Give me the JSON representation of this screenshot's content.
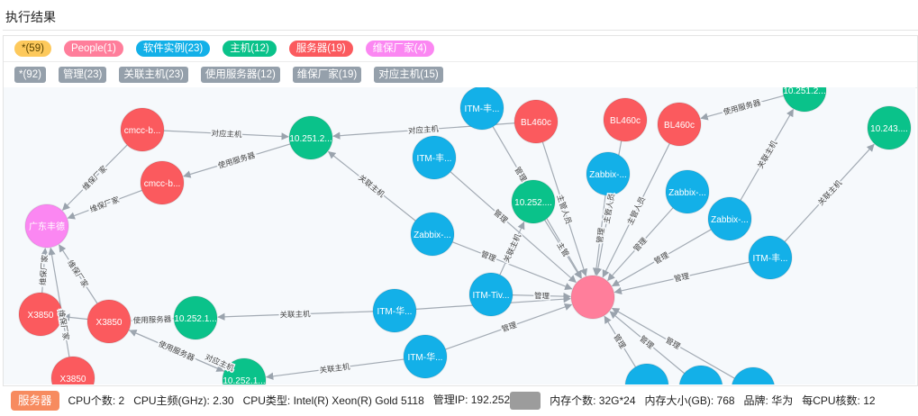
{
  "header": {
    "title": "执行结果"
  },
  "node_filters": [
    {
      "label": "*(59)",
      "color": "#fdc95c",
      "text_color": "#5a4400"
    },
    {
      "label": "People(1)",
      "color": "#ff7e9b",
      "text_color": "#ffffff"
    },
    {
      "label": "软件实例(23)",
      "color": "#13b0e8",
      "text_color": "#ffffff"
    },
    {
      "label": "主机(12)",
      "color": "#0ac28a",
      "text_color": "#ffffff"
    },
    {
      "label": "服务器(19)",
      "color": "#fb5a5e",
      "text_color": "#ffffff"
    },
    {
      "label": "维保厂家(4)",
      "color": "#fb87f2",
      "text_color": "#ffffff"
    }
  ],
  "edge_filters": [
    "*(92)",
    "管理(23)",
    "关联主机(23)",
    "使用服务器(12)",
    "维保厂家(19)",
    "对应主机(15)"
  ],
  "type_colors": {
    "server": "#fb5a5e",
    "host": "#0ac28a",
    "software": "#13b0e8",
    "vendor": "#fb87f2",
    "people": "#ff7e9b"
  },
  "graph": {
    "nodes": [
      {
        "label": "cmcc-b...",
        "type": "server"
      },
      {
        "label": "cmcc-b...",
        "type": "server"
      },
      {
        "label": "10.251.2...",
        "type": "host"
      },
      {
        "label": "广东丰德",
        "type": "vendor"
      },
      {
        "label": "X3850",
        "type": "server"
      },
      {
        "label": "X3850",
        "type": "server"
      },
      {
        "label": "10.252.1...",
        "type": "host"
      },
      {
        "label": "X3850",
        "type": "server"
      },
      {
        "label": "10.252.1...",
        "type": "host"
      },
      {
        "label": "ITM-丰...",
        "type": "software"
      },
      {
        "label": "BL460c",
        "type": "server"
      },
      {
        "label": "ITM-丰...",
        "type": "software"
      },
      {
        "label": "10.252....",
        "type": "host"
      },
      {
        "label": "Zabbix-...",
        "type": "software"
      },
      {
        "label": "Zabbix-...",
        "type": "software"
      },
      {
        "label": "BL460c",
        "type": "server"
      },
      {
        "label": "BL460c",
        "type": "server"
      },
      {
        "label": "Zabbix-...",
        "type": "software"
      },
      {
        "label": "Zabbix-...",
        "type": "software"
      },
      {
        "label": "ITM-丰...",
        "type": "software"
      },
      {
        "label": "10.251.2...",
        "type": "host"
      },
      {
        "label": "10.243....",
        "type": "host"
      },
      {
        "label": "ITM-Tiv...",
        "type": "software"
      },
      {
        "label": "",
        "type": "people"
      },
      {
        "label": "ITM-华...",
        "type": "software"
      },
      {
        "label": "ITM-华...",
        "type": "software"
      },
      {
        "label": "",
        "type": "software"
      },
      {
        "label": "",
        "type": "software"
      },
      {
        "label": "",
        "type": "software"
      }
    ],
    "edges": [
      {
        "s": 0,
        "t": 2,
        "label": "对应主机"
      },
      {
        "s": 2,
        "t": 1,
        "label": "使用服务器"
      },
      {
        "s": 0,
        "t": 3,
        "label": "维保厂家"
      },
      {
        "s": 1,
        "t": 3,
        "label": "维保厂家"
      },
      {
        "s": 4,
        "t": 3,
        "label": "维保厂家"
      },
      {
        "s": 7,
        "t": 3,
        "label": "维保厂家"
      },
      {
        "s": 5,
        "t": 3,
        "label": "维保厂家"
      },
      {
        "s": 5,
        "t": 4,
        "label": ""
      },
      {
        "s": 6,
        "t": 5,
        "label": "使用服务器"
      },
      {
        "s": 8,
        "t": 5,
        "label": "使用服务器"
      },
      {
        "s": 5,
        "t": 8,
        "label": "对应主机"
      },
      {
        "s": 24,
        "t": 6,
        "label": "关联主机"
      },
      {
        "s": 25,
        "t": 8,
        "label": "关联主机"
      },
      {
        "s": 10,
        "t": 2,
        "label": "对应主机"
      },
      {
        "s": 13,
        "t": 2,
        "label": "关联主机"
      },
      {
        "s": 22,
        "t": 12,
        "label": "关联主机"
      },
      {
        "s": 18,
        "t": 20,
        "label": "关联主机"
      },
      {
        "s": 19,
        "t": 21,
        "label": "关联主机"
      },
      {
        "s": 20,
        "t": 16,
        "label": "使用服务器"
      },
      {
        "s": 9,
        "t": 23,
        "label": "管理"
      },
      {
        "s": 11,
        "t": 23,
        "label": "管理"
      },
      {
        "s": 10,
        "t": 23,
        "label": "主管人员"
      },
      {
        "s": 12,
        "t": 23,
        "label": "主管"
      },
      {
        "s": 13,
        "t": 23,
        "label": "管理"
      },
      {
        "s": 14,
        "t": 23,
        "label": "管理"
      },
      {
        "s": 15,
        "t": 23,
        "label": "主管人员"
      },
      {
        "s": 16,
        "t": 23,
        "label": "主管人员"
      },
      {
        "s": 17,
        "t": 23,
        "label": "管理"
      },
      {
        "s": 18,
        "t": 23,
        "label": "管理"
      },
      {
        "s": 19,
        "t": 23,
        "label": "管理"
      },
      {
        "s": 22,
        "t": 23,
        "label": "管理"
      },
      {
        "s": 24,
        "t": 23,
        "label": ""
      },
      {
        "s": 25,
        "t": 23,
        "label": "管理"
      },
      {
        "s": 26,
        "t": 23,
        "label": "管理"
      },
      {
        "s": 27,
        "t": 23,
        "label": "管理"
      },
      {
        "s": 28,
        "t": 23,
        "label": "管理"
      }
    ]
  },
  "footer": {
    "badge": "服务器",
    "props": [
      "CPU个数: 2",
      "CPU主频(GHz): 2.30",
      "CPU类型: Intel(R) Xeon(R) Gold 5118",
      "管理IP: 192.252",
      "内存个数: 32G*24",
      "内存大小(GB): 768",
      "品牌: 华为",
      "每CPU核数: 12"
    ]
  }
}
